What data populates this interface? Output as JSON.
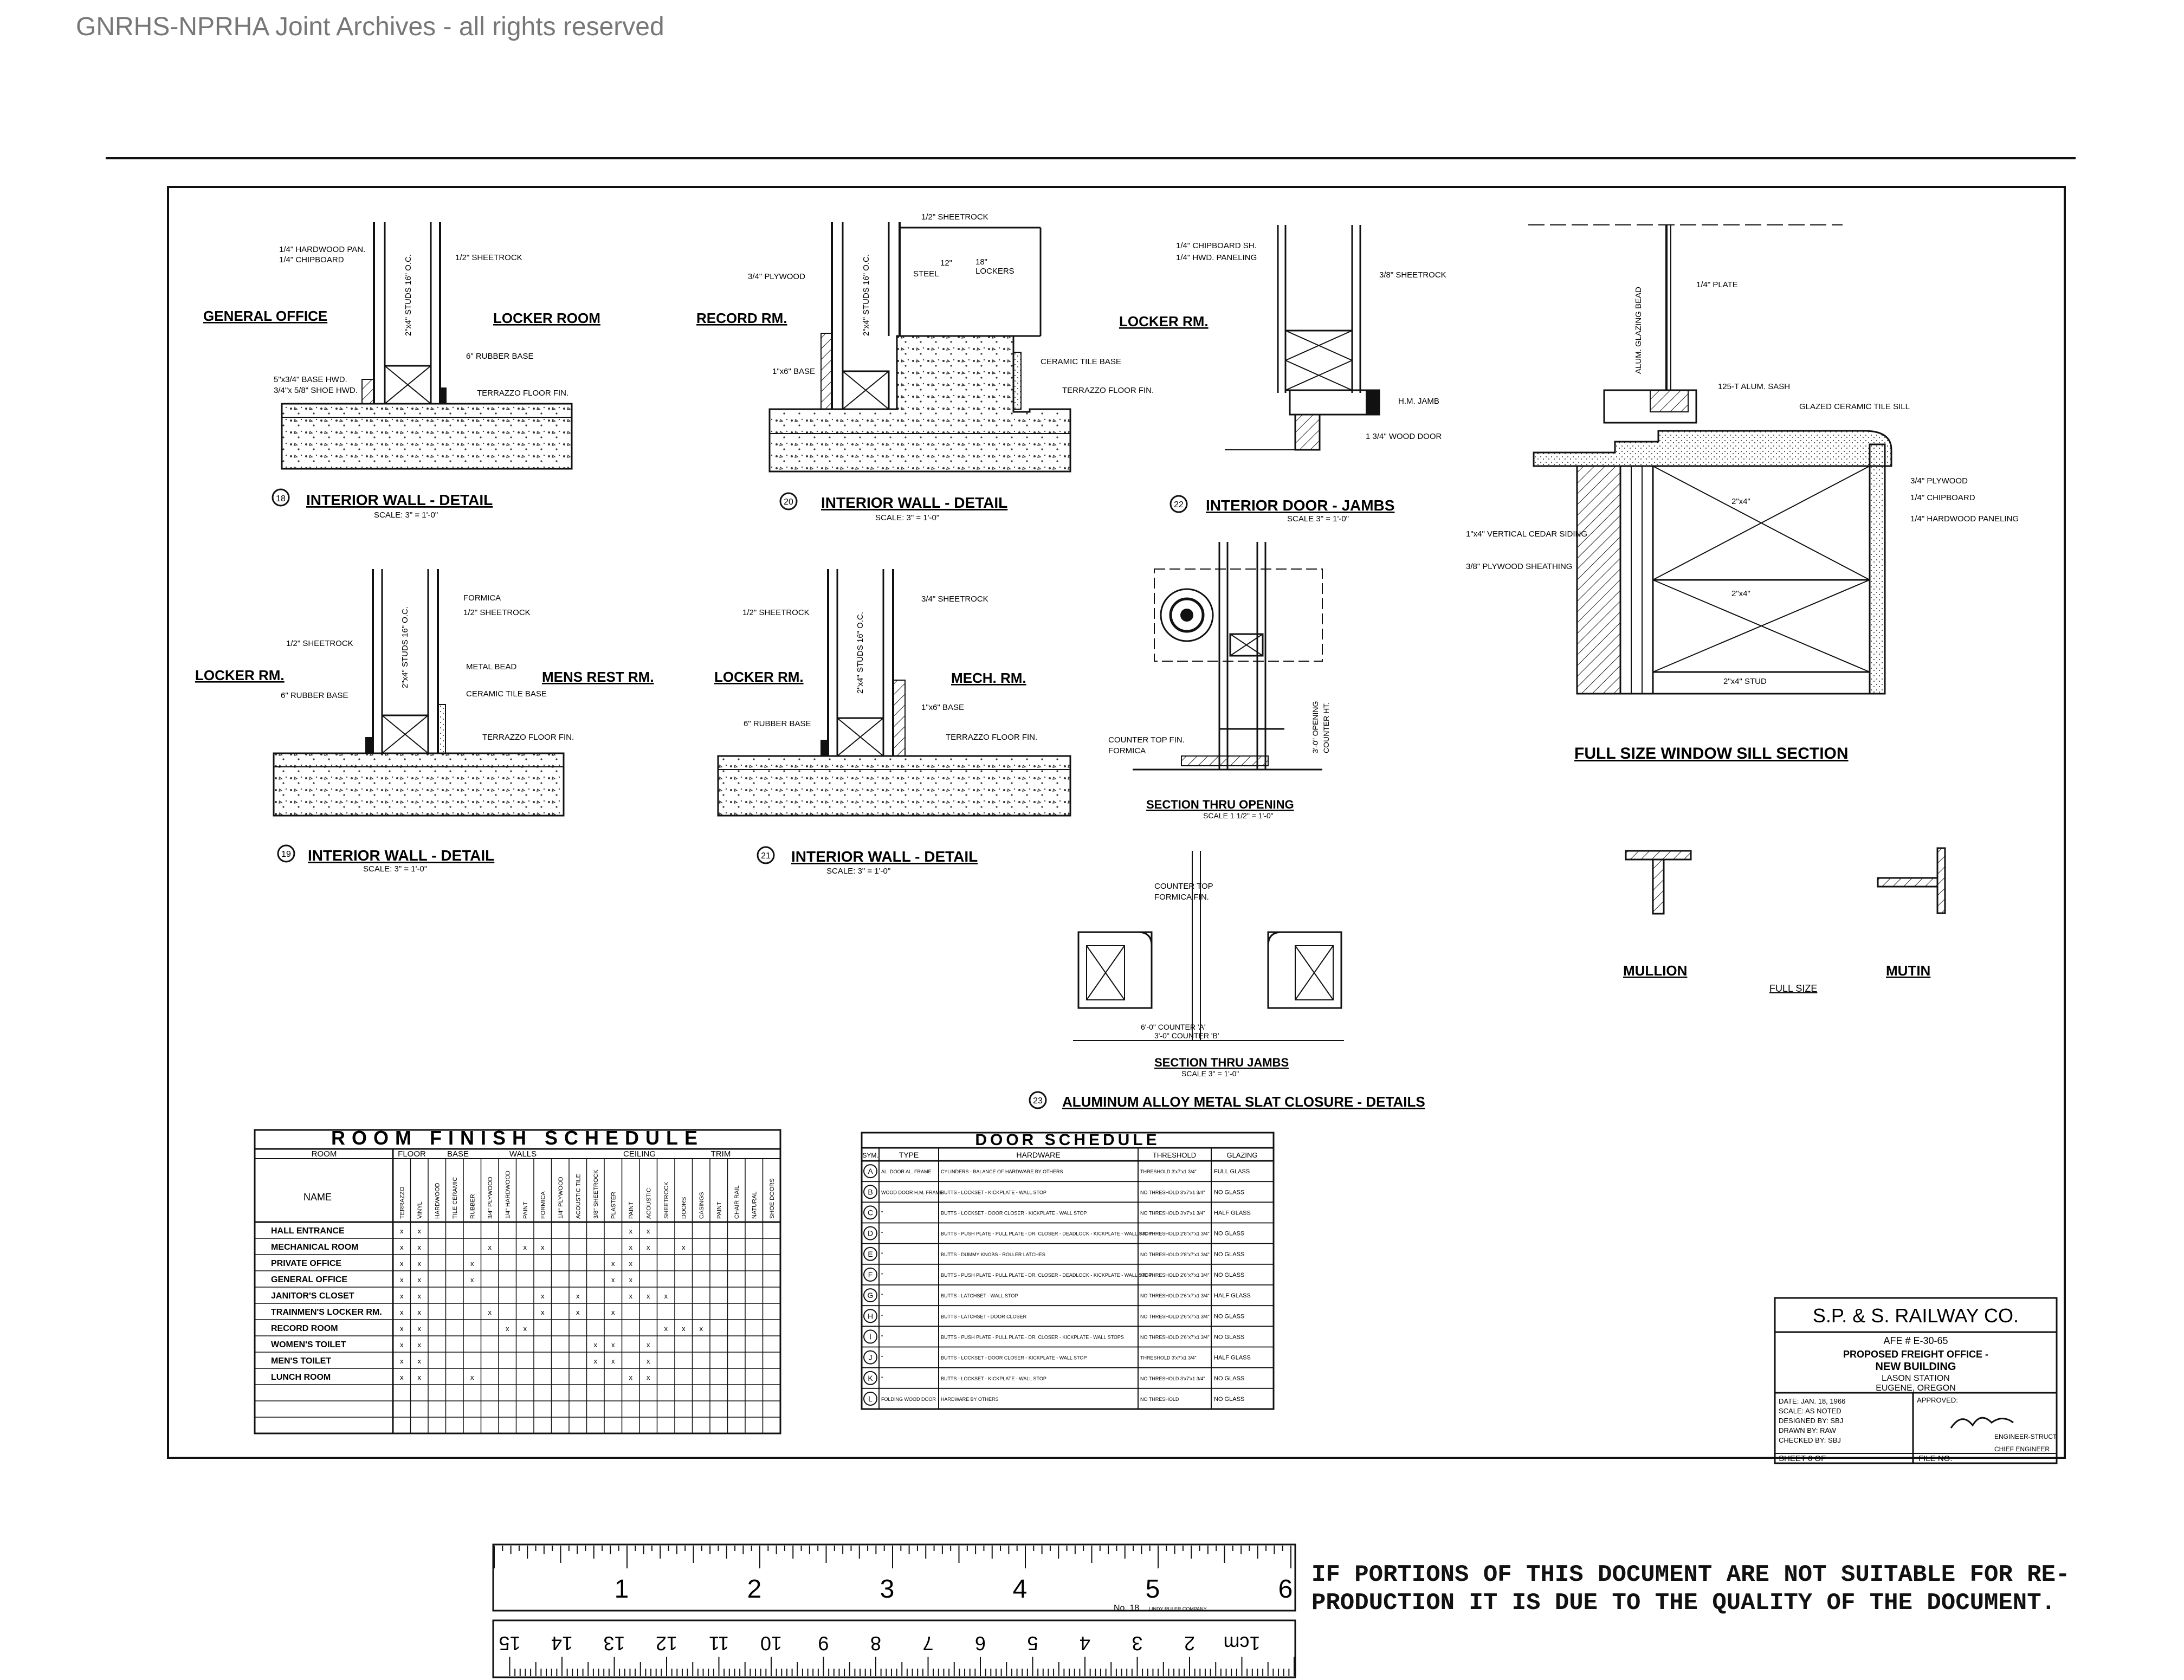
{
  "archive_header": "GNRHS-NPRHA Joint Archives - all rights reserved",
  "reproduction_notice": {
    "line1": "IF PORTIONS OF THIS DOCUMENT ARE NOT SUITABLE FOR RE-",
    "line2": "PRODUCTION IT IS DUE TO THE QUALITY OF THE DOCUMENT."
  },
  "details": {
    "d18": {
      "number": "18",
      "title": "INTERIOR WALL - DETAIL",
      "scale": "SCALE: 3\" = 1'-0\"",
      "room_left": "GENERAL OFFICE",
      "room_right": "LOCKER ROOM",
      "notes": [
        "1/4\" HARDWOOD PAN.",
        "1/4\" CHIPBOARD",
        "1/2\" SHEETROCK",
        "2\"x4\" STUDS 16\" O.C.",
        "6\" RUBBER BASE",
        "5\"x3/4\" BASE HWD.",
        "3/4\"x 5/8\" SHOE HWD.",
        "TERRAZZO FLOOR FIN."
      ]
    },
    "d19": {
      "number": "19",
      "title": "INTERIOR WALL - DETAIL",
      "scale": "SCALE: 3\" = 1'-0\"",
      "room_left": "LOCKER RM.",
      "room_right": "MENS REST RM.",
      "notes": [
        "FORMICA",
        "1/2\" SHEETROCK",
        "1/2\" SHEETROCK",
        "2\"x4\" STUDS 16\" O.C.",
        "METAL BEAD",
        "CERAMIC TILE BASE",
        "6\" RUBBER BASE",
        "TERRAZZO FLOOR FIN."
      ]
    },
    "d20": {
      "number": "20",
      "title": "INTERIOR WALL - DETAIL",
      "scale": "SCALE: 3\" = 1'-0\"",
      "room_left": "RECORD RM.",
      "room_right": "LOCKER RM.",
      "notes": [
        "1/2\" SHEETROCK",
        "3/4\" PLYWOOD",
        "STEEL",
        "LOCKERS",
        "12\"",
        "18\"",
        "2\"x4\" STUDS 16\" O.C.",
        "1\"x6\" BASE",
        "CERAMIC TILE BASE",
        "TERRAZZO FLOOR FIN."
      ]
    },
    "d21": {
      "number": "21",
      "title": "INTERIOR WALL - DETAIL",
      "scale": "SCALE: 3\" = 1'-0\"",
      "room_left": "LOCKER RM.",
      "room_right": "MECH. RM.",
      "notes": [
        "1/2\" SHEETROCK",
        "3/4\" SHEETROCK",
        "2\"x4\" STUDS 16\" O.C.",
        "1\"x6\" BASE",
        "6\" RUBBER BASE",
        "TERRAZZO FLOOR FIN."
      ]
    },
    "d22": {
      "number": "22",
      "title": "INTERIOR DOOR - JAMBS",
      "scale": "SCALE 3\" = 1'-0\"",
      "notes": [
        "1/4\" CHIPBOARD SH.",
        "1/4\" HWD. PANELING",
        "3/8\" SHEETROCK",
        "H.M. JAMB",
        "1 3/4\" WOOD DOOR"
      ]
    },
    "d23": {
      "number": "23",
      "title": "ALUMINUM ALLOY METAL SLAT CLOSURE - DETAILS",
      "section_opening": "SECTION THRU OPENING",
      "section_opening_scale": "SCALE 1 1/2\" = 1'-0\"",
      "section_jambs": "SECTION THRU JAMBS",
      "section_jambs_scale": "SCALE 3\" = 1'-0\"",
      "notes": [
        "COUNTER TOP",
        "FORMICA FIN.",
        "COUNTER TOP FIN.",
        "FORMICA",
        "3'-0\" OPENING",
        "COUNTER HT.",
        "6'-0\" COUNTER 'A'",
        "3'-0\" COUNTER 'B'"
      ]
    },
    "window": {
      "title": "FULL SIZE WINDOW SILL SECTION",
      "notes": [
        "1/4\" PLATE",
        "ALUM. GLAZING BEAD",
        "125-T ALUM. SASH",
        "GLAZED CERAMIC TILE SILL",
        "3/4\" PLYWOOD",
        "1/4\" CHIPBOARD",
        "1/4\" HARDWOOD PANELING",
        "1\"x4\" VERTICAL CEDAR SIDING",
        "3/8\" PLYWOOD SHEATHING",
        "2\"x4\"",
        "2\"x4\"",
        "2\"x4\" STUD"
      ]
    },
    "mullion": {
      "left": "MULLION",
      "right": "MUTIN",
      "caption": "FULL SIZE"
    }
  },
  "room_finish_schedule": {
    "title": "ROOM FINISH SCHEDULE",
    "groups": [
      "ROOM",
      "FLOOR",
      "BASE",
      "WALLS",
      "CEILING",
      "TRIM"
    ],
    "name_header": "NAME",
    "columns": [
      "TERRAZZO",
      "VINYL",
      "HARDWOOD",
      "TILE CERAMIC",
      "RUBBER",
      "3/4\" PLYWOOD",
      "1/4\" HARDWOOD",
      "PAINT",
      "FORMICA",
      "1/4\" PLYWOOD",
      "ACOUSTIC TILE",
      "3/8\" SHEETROCK",
      "PLASTER",
      "PAINT",
      "ACOUSTIC",
      "SHEETROCK",
      "DOORS",
      "CASINGS",
      "PAINT",
      "CHAIR RAIL",
      "NATURAL",
      "SHOE DOORS"
    ],
    "rows": [
      {
        "name": "HALL ENTRANCE",
        "marks": [
          "x",
          "x",
          "",
          "",
          "",
          "",
          "",
          "",
          "",
          "",
          "",
          "",
          "",
          "x",
          "x",
          "",
          "",
          "",
          "",
          "",
          "",
          ""
        ]
      },
      {
        "name": "MECHANICAL ROOM",
        "marks": [
          "x",
          "x",
          "",
          "",
          "",
          "x",
          "",
          "x",
          "x",
          "",
          "",
          "",
          "",
          "x",
          "x",
          "",
          "x",
          "",
          "",
          "",
          "",
          ""
        ]
      },
      {
        "name": "PRIVATE OFFICE",
        "marks": [
          "x",
          "x",
          "",
          "",
          "x",
          "",
          "",
          "",
          "",
          "",
          "",
          "",
          "x",
          "x",
          "",
          "",
          "",
          "",
          "",
          "",
          "",
          ""
        ]
      },
      {
        "name": "GENERAL OFFICE",
        "marks": [
          "x",
          "x",
          "",
          "",
          "x",
          "",
          "",
          "",
          "",
          "",
          "",
          "",
          "x",
          "x",
          "",
          "",
          "",
          "",
          "",
          "",
          "",
          ""
        ]
      },
      {
        "name": "JANITOR'S CLOSET",
        "marks": [
          "x",
          "x",
          "",
          "",
          "",
          "",
          "",
          "",
          "x",
          "",
          "x",
          "",
          "",
          "x",
          "x",
          "x",
          "",
          "",
          "",
          "",
          "",
          ""
        ]
      },
      {
        "name": "TRAINMEN'S LOCKER RM.",
        "marks": [
          "x",
          "x",
          "",
          "",
          "",
          "x",
          "",
          "",
          "x",
          "",
          "x",
          "",
          "x",
          "",
          "",
          "",
          "",
          "",
          "",
          "",
          "",
          ""
        ]
      },
      {
        "name": "RECORD ROOM",
        "marks": [
          "x",
          "x",
          "",
          "",
          "",
          "",
          "x",
          "x",
          "",
          "",
          "",
          "",
          "",
          "",
          "",
          "x",
          "x",
          "x",
          "",
          "",
          "",
          ""
        ]
      },
      {
        "name": "WOMEN'S TOILET",
        "marks": [
          "x",
          "x",
          "",
          "",
          "",
          "",
          "",
          "",
          "",
          "",
          "",
          "x",
          "x",
          "",
          "x",
          "",
          "",
          "",
          "",
          "",
          "",
          ""
        ]
      },
      {
        "name": "MEN'S TOILET",
        "marks": [
          "x",
          "x",
          "",
          "",
          "",
          "",
          "",
          "",
          "",
          "",
          "",
          "x",
          "x",
          "",
          "x",
          "",
          "",
          "",
          "",
          "",
          "",
          ""
        ]
      },
      {
        "name": "LUNCH ROOM",
        "marks": [
          "x",
          "x",
          "",
          "",
          "x",
          "",
          "",
          "",
          "",
          "",
          "",
          "",
          "",
          "x",
          "x",
          "",
          "",
          "",
          "",
          "",
          "",
          ""
        ]
      }
    ]
  },
  "door_schedule": {
    "title": "DOOR SCHEDULE",
    "headers": [
      "SYM.",
      "TYPE",
      "HARDWARE",
      "THRESHOLD",
      "GLAZING"
    ],
    "rows": [
      {
        "sym": "A",
        "type": "AL. DOOR AL. FRAME",
        "hardware": "CYLINDERS - BALANCE OF HARDWARE BY OTHERS",
        "threshold": "THRESHOLD 3'x7'x1 3/4\"",
        "glazing": "FULL GLASS"
      },
      {
        "sym": "B",
        "type": "WOOD DOOR H.M. FRAME",
        "hardware": "BUTTS - LOCKSET - KICKPLATE - WALL STOP",
        "threshold": "NO THRESHOLD 3'x7'x1 3/4\"",
        "glazing": "NO GLASS"
      },
      {
        "sym": "C",
        "type": "\"",
        "hardware": "BUTTS - LOCKSET - DOOR CLOSER - KICKPLATE - WALL STOP",
        "threshold": "NO THRESHOLD 3'x7'x1 3/4\"",
        "glazing": "HALF GLASS"
      },
      {
        "sym": "D",
        "type": "\"",
        "hardware": "BUTTS - PUSH PLATE - PULL PLATE - DR. CLOSER - DEADLOCK - KICKPLATE - WALL STOP",
        "threshold": "NO THRESHOLD 2'8\"x7'x1 3/4\"",
        "glazing": "NO GLASS"
      },
      {
        "sym": "E",
        "type": "\"",
        "hardware": "BUTTS - DUMMY KNOBS - ROLLER LATCHES",
        "threshold": "NO THRESHOLD 2'8\"x7'x1 3/4\"",
        "glazing": "NO GLASS"
      },
      {
        "sym": "F",
        "type": "\"",
        "hardware": "BUTTS - PUSH PLATE - PULL PLATE - DR. CLOSER - DEADLOCK - KICKPLATE - WALL STOP",
        "threshold": "NO THRESHOLD 2'6\"x7'x1 3/4\"",
        "glazing": "NO GLASS"
      },
      {
        "sym": "G",
        "type": "\"",
        "hardware": "BUTTS - LATCHSET - WALL STOP",
        "threshold": "NO THRESHOLD 2'6\"x7'x1 3/4\"",
        "glazing": "HALF GLASS"
      },
      {
        "sym": "H",
        "type": "\"",
        "hardware": "BUTTS - LATCHSET - DOOR CLOSER",
        "threshold": "NO THRESHOLD 2'6\"x7'x1 3/4\"",
        "glazing": "NO GLASS"
      },
      {
        "sym": "I",
        "type": "\"",
        "hardware": "BUTTS - PUSH PLATE - PULL PLATE - DR. CLOSER - KICKPLATE - WALL STOPS",
        "threshold": "NO THRESHOLD 2'6\"x7'x1 3/4\"",
        "glazing": "NO GLASS"
      },
      {
        "sym": "J",
        "type": "\"",
        "hardware": "BUTTS - LOCKSET - DOOR CLOSER - KICKPLATE - WALL STOP",
        "threshold": "THRESHOLD 3'x7'x1 3/4\"",
        "glazing": "HALF GLASS"
      },
      {
        "sym": "K",
        "type": "\"",
        "hardware": "BUTTS - LOCKSET - KICKPLATE - WALL STOP",
        "threshold": "NO THRESHOLD 3'x7'x1 3/4\"",
        "glazing": "NO GLASS"
      },
      {
        "sym": "L",
        "type": "FOLDING WOOD DOOR",
        "hardware": "HARDWARE BY OTHERS",
        "threshold": "NO THRESHOLD",
        "glazing": "NO GLASS"
      }
    ]
  },
  "title_block": {
    "company": "S.P. & S. RAILWAY CO.",
    "afe": "AFE # E-30-65",
    "line1": "PROPOSED FREIGHT OFFICE -",
    "line2": "NEW BUILDING",
    "line3": "LASON STATION",
    "line4": "EUGENE, OREGON",
    "date": "DATE: JAN. 18, 1966",
    "scale": "SCALE: AS NOTED",
    "designed": "DESIGNED BY: SBJ",
    "drawn": "DRAWN BY: RAW",
    "checked": "CHECKED BY: SBJ",
    "sheet": "SHEET 6 OF",
    "approved": "APPROVED:",
    "engineer_struct": "ENGINEER-STRUCT.",
    "chief_engineer": "CHIEF ENGINEER",
    "file_no": "FILE NO."
  },
  "ruler": {
    "inch_numbers": [
      "1",
      "2",
      "3",
      "4",
      "5",
      "6"
    ],
    "cm_numbers": [
      "1cm",
      "2",
      "3",
      "4",
      "5",
      "6",
      "7",
      "8",
      "9",
      "10",
      "11",
      "12",
      "13",
      "14",
      "15"
    ],
    "model": "No. 18",
    "maker": "LINDY RULER COMPANY"
  }
}
